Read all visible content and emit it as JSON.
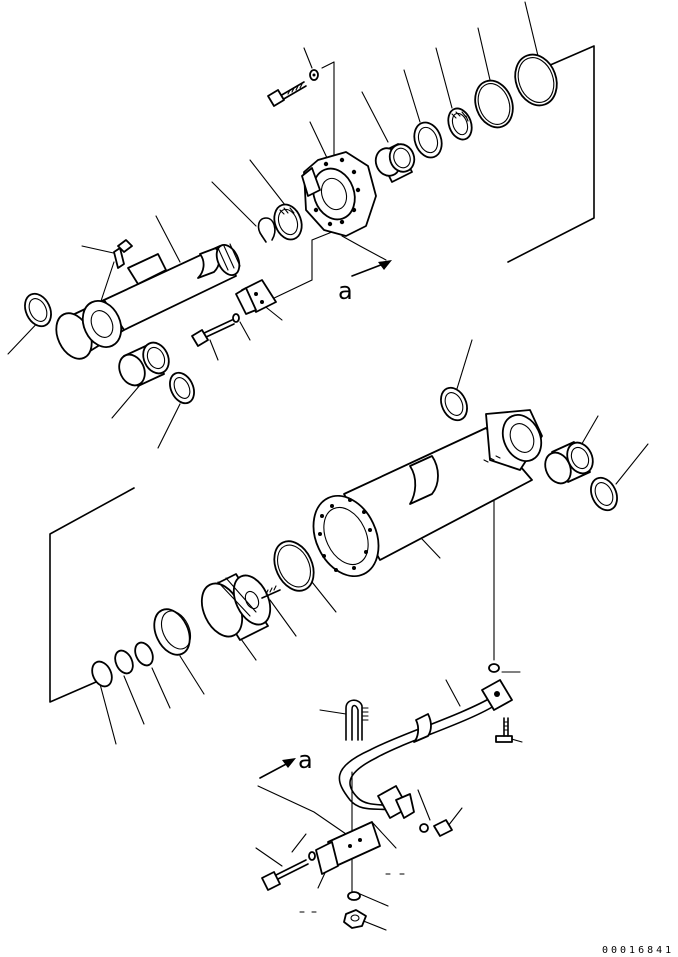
{
  "view_labels": {
    "top": "a",
    "bottom": "a"
  },
  "document_number": "00016841",
  "icons": [
    "cylinder-rod",
    "cylinder-tube",
    "piston",
    "cylinder-head",
    "bushing",
    "dust-seal",
    "snap-ring",
    "o-ring",
    "hydraulic-pipe",
    "clamp",
    "bolt",
    "washer",
    "grease-fitting",
    "nut",
    "plug"
  ]
}
